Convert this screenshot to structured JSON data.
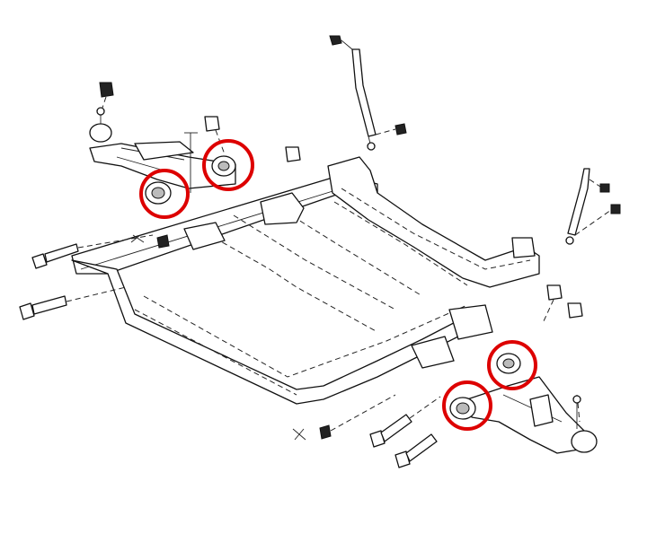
{
  "diagram": {
    "colors": {
      "line": "#111111",
      "highlight": "#dd0000",
      "background": "#ffffff"
    },
    "highlighted_parts": [
      "left-lower-arm-front-bushing",
      "left-lower-arm-rear-bushing",
      "right-lower-arm-rear-bushing",
      "right-lower-arm-front-bushing"
    ]
  }
}
